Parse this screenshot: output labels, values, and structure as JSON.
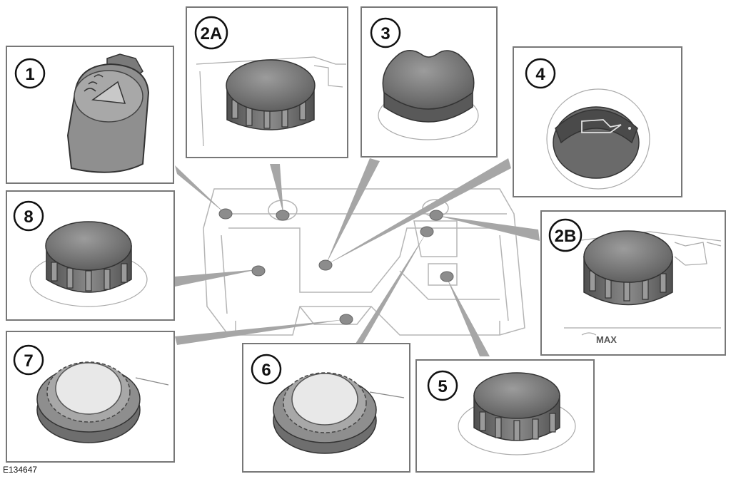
{
  "callouts": {
    "c1": "1",
    "c2a": "2A",
    "c3": "3",
    "c4": "4",
    "c2b": "2B",
    "c8": "8",
    "c7": "7",
    "c6": "6",
    "c5": "5"
  },
  "labels": {
    "max": "MAX"
  },
  "figure_code": "E134647",
  "colors": {
    "cap_dark": "#6e6e6e",
    "cap_light": "#9a9a9a",
    "pointer": "#a6a6a6",
    "outline": "#888888",
    "seal_white": "#e8e8e8"
  }
}
